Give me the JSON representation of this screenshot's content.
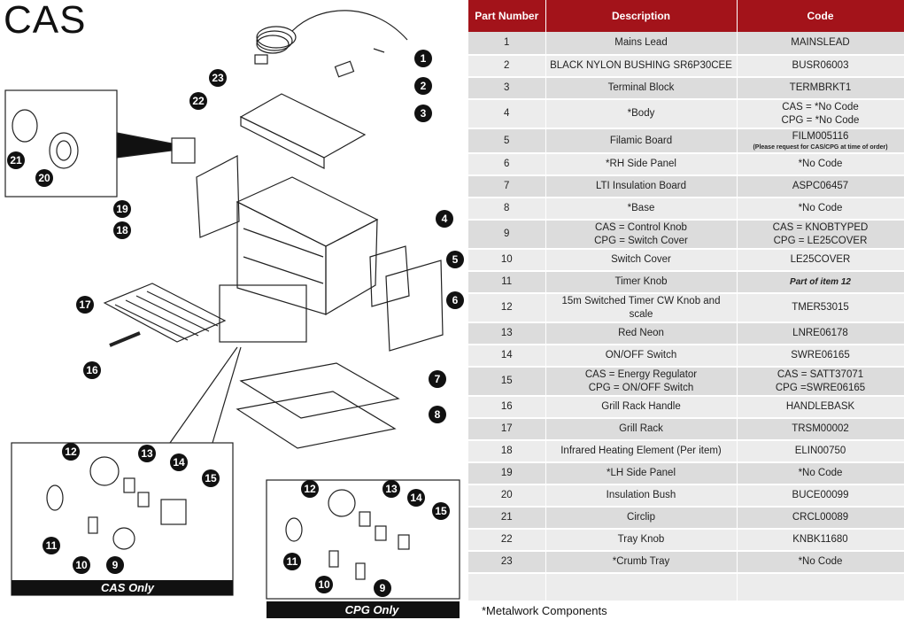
{
  "title": "CAS",
  "table": {
    "headers": [
      "Part Number",
      "Description",
      "Code"
    ],
    "rows": [
      {
        "num": "1",
        "desc": [
          "Mains Lead"
        ],
        "code": [
          "MAINSLEAD"
        ]
      },
      {
        "num": "2",
        "desc": [
          "BLACK NYLON BUSHING SR6P30CEE"
        ],
        "code": [
          "BUSR06003"
        ]
      },
      {
        "num": "3",
        "desc": [
          "Terminal Block"
        ],
        "code": [
          "TERMBRKT1"
        ]
      },
      {
        "num": "4",
        "desc": [
          "*Body"
        ],
        "code": [
          "CAS = *No Code",
          "CPG = *No Code"
        ]
      },
      {
        "num": "5",
        "desc": [
          "Filamic Board"
        ],
        "code": [
          "FILM005116"
        ],
        "note": "(Please request for CAS/CPG at time of order)"
      },
      {
        "num": "6",
        "desc": [
          "*RH Side Panel"
        ],
        "code": [
          "*No Code"
        ]
      },
      {
        "num": "7",
        "desc": [
          "LTI Insulation Board"
        ],
        "code": [
          "ASPC06457"
        ]
      },
      {
        "num": "8",
        "desc": [
          "*Base"
        ],
        "code": [
          "*No Code"
        ]
      },
      {
        "num": "9",
        "desc": [
          "CAS = Control Knob",
          "CPG = Switch Cover"
        ],
        "code": [
          "CAS = KNOBTYPED",
          "CPG = LE25COVER"
        ]
      },
      {
        "num": "10",
        "desc": [
          "Switch Cover"
        ],
        "code": [
          "LE25COVER"
        ]
      },
      {
        "num": "11",
        "desc": [
          "Timer Knob"
        ],
        "code": [
          "Part of item 12"
        ],
        "code_italic": true
      },
      {
        "num": "12",
        "desc": [
          "15m Switched Timer CW Knob and",
          "scale"
        ],
        "code": [
          "TMER53015"
        ]
      },
      {
        "num": "13",
        "desc": [
          "Red Neon"
        ],
        "code": [
          "LNRE06178"
        ]
      },
      {
        "num": "14",
        "desc": [
          "ON/OFF Switch"
        ],
        "code": [
          "SWRE06165"
        ]
      },
      {
        "num": "15",
        "desc": [
          "CAS = Energy Regulator",
          "CPG = ON/OFF Switch"
        ],
        "code": [
          "CAS = SATT37071",
          "CPG =SWRE06165"
        ]
      },
      {
        "num": "16",
        "desc": [
          "Grill Rack Handle"
        ],
        "code": [
          "HANDLEBASK"
        ]
      },
      {
        "num": "17",
        "desc": [
          "Grill Rack"
        ],
        "code": [
          "TRSM00002"
        ]
      },
      {
        "num": "18",
        "desc": [
          "Infrared Heating Element (Per item)"
        ],
        "code": [
          "ELIN00750"
        ]
      },
      {
        "num": "19",
        "desc": [
          "*LH Side Panel"
        ],
        "code": [
          "*No Code"
        ]
      },
      {
        "num": "20",
        "desc": [
          "Insulation Bush"
        ],
        "code": [
          "BUCE00099"
        ]
      },
      {
        "num": "21",
        "desc": [
          "Circlip"
        ],
        "code": [
          "CRCL00089"
        ]
      },
      {
        "num": "22",
        "desc": [
          "Tray Knob"
        ],
        "code": [
          "KNBK11680"
        ]
      },
      {
        "num": "23",
        "desc": [
          "*Crumb Tray"
        ],
        "code": [
          "*No Code"
        ]
      },
      {
        "num": "",
        "desc": [
          ""
        ],
        "code": [
          ""
        ]
      }
    ]
  },
  "footnote": "*Metalwork Components",
  "diagram": {
    "cas_label": "CAS Only",
    "cpg_label": "CPG Only",
    "callouts": [
      "1",
      "2",
      "3",
      "4",
      "5",
      "6",
      "7",
      "8",
      "9",
      "10",
      "11",
      "12",
      "13",
      "14",
      "15",
      "16",
      "17",
      "18",
      "19",
      "20",
      "21",
      "22",
      "23"
    ],
    "inset_callouts_cas": [
      "12",
      "13",
      "14",
      "15",
      "11",
      "10",
      "9"
    ],
    "inset_callouts_cpg": [
      "12",
      "13",
      "14",
      "15",
      "11",
      "10",
      "9"
    ]
  }
}
